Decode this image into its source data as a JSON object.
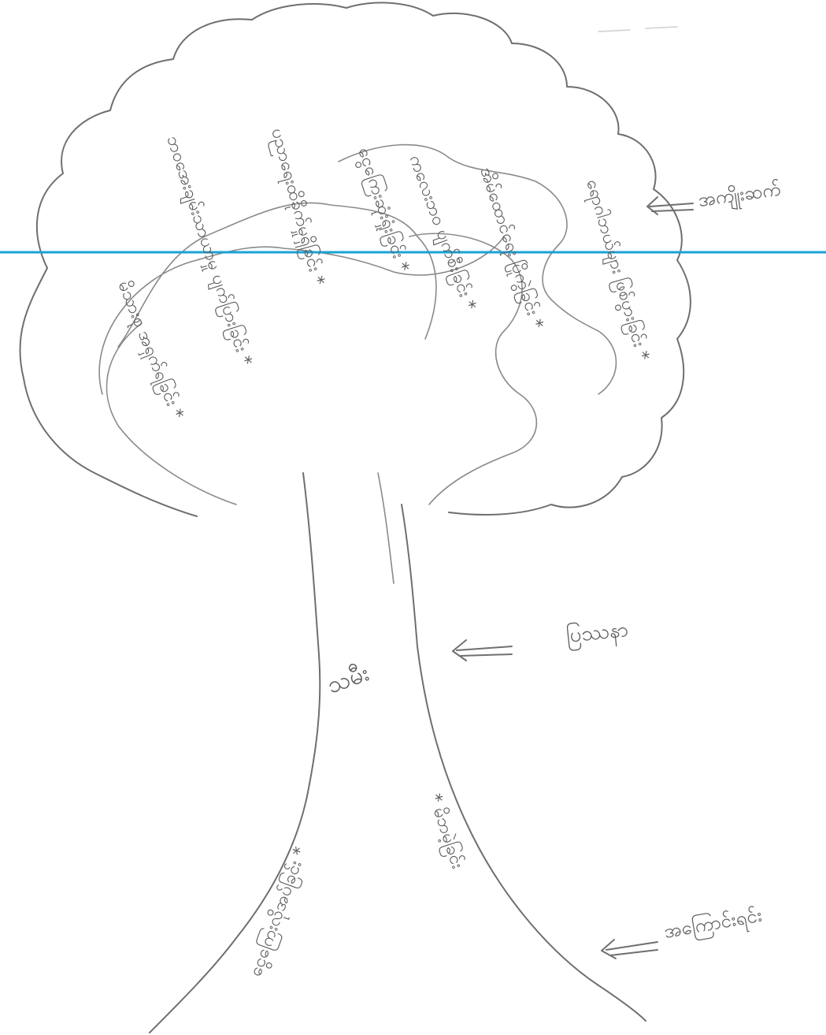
{
  "diagram": {
    "labels": {
      "leaves": "အကျိုးဆက်",
      "trunk": "ပြဿနာ",
      "roots": "အကြောင်းရင်း"
    },
    "trunk_text": "သမီး",
    "canopy_lines": [
      "ဘဝအေးချမ်းသာယာမှု ပျက်ပြားခြင်း *",
      "ပညာရေးထိခိုက်မှုရှိခြင်း *",
      "ငွေကြေးဆုံးရှုံးခြင်း *",
      "ကလေးဘဝ ပျက်စီးခြင်း *",
      "အိမ်ထောင်ရေး ပြိုကွဲခြင်း *",
      "ရောဂါဘယ်များ ဖြစ်ပွားခြင်း *",
      "မိသားစု အရှက်ရခြင်း *"
    ],
    "root_lines": [
      "ငွေကြေးလိုအပ်ခြင်း *",
      "* မိဘမဲ့ခြင်း"
    ],
    "colors": {
      "ink": "#6f6f6f",
      "rule": "#1aa3d6",
      "paper": "#ffffff"
    }
  }
}
